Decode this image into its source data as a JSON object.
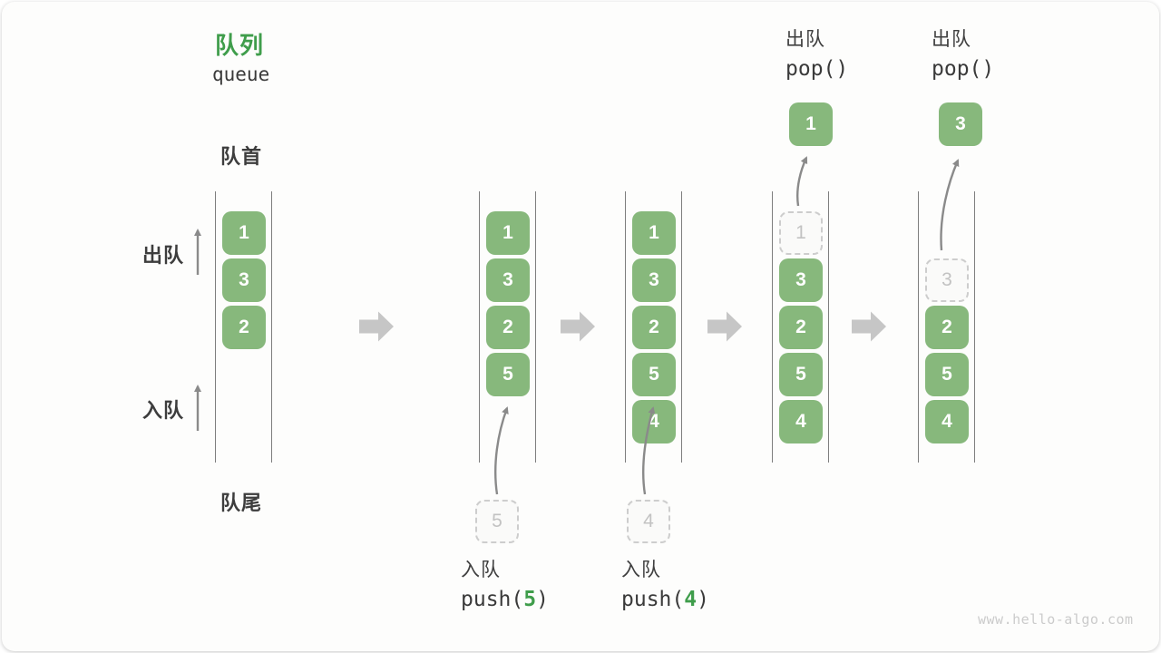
{
  "title": {
    "zh": "队列",
    "en": "queue"
  },
  "side_labels": {
    "front": "队首",
    "rear": "队尾",
    "dequeue": "出队",
    "enqueue": "入队"
  },
  "colors": {
    "accent_green": "#3f9d4b",
    "box_green": "#87b87c",
    "thin_arrow_gray": "#8a8a8a",
    "block_arrow_gray": "#c6c6c6",
    "dashed_border_gray": "#cdcdcd",
    "text_dark": "#3a3a3a"
  },
  "states": [
    {
      "name": "initial",
      "slots": [
        {
          "row": 0,
          "value": "1",
          "type": "solid"
        },
        {
          "row": 1,
          "value": "3",
          "type": "solid"
        },
        {
          "row": 2,
          "value": "2",
          "type": "solid"
        }
      ]
    },
    {
      "name": "after-push-5",
      "slots": [
        {
          "row": 0,
          "value": "1",
          "type": "solid"
        },
        {
          "row": 1,
          "value": "3",
          "type": "solid"
        },
        {
          "row": 2,
          "value": "2",
          "type": "solid"
        },
        {
          "row": 3,
          "value": "5",
          "type": "solid"
        }
      ],
      "incoming": {
        "value": "5"
      },
      "op": {
        "label": "入队",
        "code_pre": "push(",
        "arg": "5",
        "code_post": ")"
      }
    },
    {
      "name": "after-push-4",
      "slots": [
        {
          "row": 0,
          "value": "1",
          "type": "solid"
        },
        {
          "row": 1,
          "value": "3",
          "type": "solid"
        },
        {
          "row": 2,
          "value": "2",
          "type": "solid"
        },
        {
          "row": 3,
          "value": "5",
          "type": "solid"
        },
        {
          "row": 4,
          "value": "4",
          "type": "solid"
        }
      ],
      "incoming": {
        "value": "4"
      },
      "op": {
        "label": "入队",
        "code_pre": "push(",
        "arg": "4",
        "code_post": ")"
      }
    },
    {
      "name": "after-pop-1",
      "slots": [
        {
          "row": 0,
          "value": "1",
          "type": "dashed"
        },
        {
          "row": 1,
          "value": "3",
          "type": "solid"
        },
        {
          "row": 2,
          "value": "2",
          "type": "solid"
        },
        {
          "row": 3,
          "value": "5",
          "type": "solid"
        },
        {
          "row": 4,
          "value": "4",
          "type": "solid"
        }
      ],
      "popped": {
        "value": "1"
      },
      "op": {
        "label": "出队",
        "code": "pop()"
      }
    },
    {
      "name": "after-pop-3",
      "slots": [
        {
          "row": 1,
          "value": "3",
          "type": "dashed"
        },
        {
          "row": 2,
          "value": "2",
          "type": "solid"
        },
        {
          "row": 3,
          "value": "5",
          "type": "solid"
        },
        {
          "row": 4,
          "value": "4",
          "type": "solid"
        }
      ],
      "popped": {
        "value": "3"
      },
      "op": {
        "label": "出队",
        "code": "pop()"
      }
    }
  ],
  "watermark": "www.hello-algo.com"
}
